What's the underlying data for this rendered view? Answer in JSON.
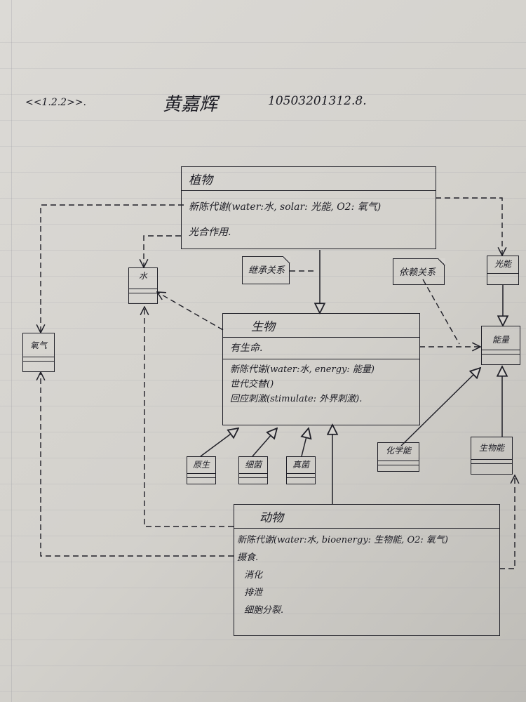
{
  "header": {
    "chapter": "<<1.2.2>>.",
    "author": "黄嘉辉",
    "student_id": "10503201312.8."
  },
  "classes": {
    "plant": {
      "name": "植物",
      "operations": [
        "新陈代谢(water:水, solar: 光能, O2: 氧气)",
        "光合作用."
      ]
    },
    "organism": {
      "name": "生物",
      "attributes": [
        "有生命."
      ],
      "operations": [
        "新陈代谢(water:水, energy: 能量)",
        "世代交替()",
        "回应刺激(stimulate: 外界刺激)."
      ]
    },
    "animal": {
      "name": "动物",
      "operations": [
        "新陈代谢(water:水, bioenergy: 生物能, O2: 氧气)",
        "摄食.",
        "消化",
        "排泄",
        "细胞分裂."
      ]
    }
  },
  "minis": {
    "water": "水",
    "oxygen": "氧气",
    "light": "光能",
    "energy": "能量",
    "chemical": "化学能",
    "bio": "生物能",
    "bacteria": "原生",
    "protist": "细菌",
    "fungi": "真菌"
  },
  "notes": {
    "inherit": "继承关系",
    "depend": "依赖关系"
  }
}
